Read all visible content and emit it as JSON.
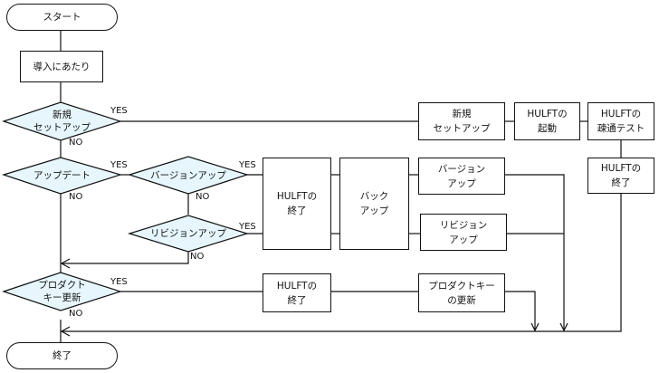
{
  "colors": {
    "line": "#111111",
    "diamond_fill": "#e6f6fc",
    "box_fill": "#ffffff"
  },
  "terminals": {
    "start": "スタート",
    "end": "終了"
  },
  "process": {
    "intro": "導入にあたり",
    "new_setup": "新規\nセットアップ",
    "hulft_start": "HULFTの\n起動",
    "hulft_test": "HULFTの\n疎通テスト",
    "hulft_stop_new": "HULFTの\n終了",
    "hulft_stop_update": "HULFTの\n終了",
    "backup": "バック\nアップ",
    "version_up": "バージョン\nアップ",
    "revision_up": "リビジョン\nアップ",
    "hulft_stop_key": "HULFTの\n終了",
    "key_update": "プロダクトキー\nの更新"
  },
  "decisions": {
    "new_setup": "新規\nセットアップ",
    "update": "アップデート",
    "version_up": "バージョンアップ",
    "revision_up": "リビジョンアップ",
    "product_key": "プロダクト\nキー更新"
  },
  "edge_labels": {
    "yes": "YES",
    "no": "NO"
  }
}
